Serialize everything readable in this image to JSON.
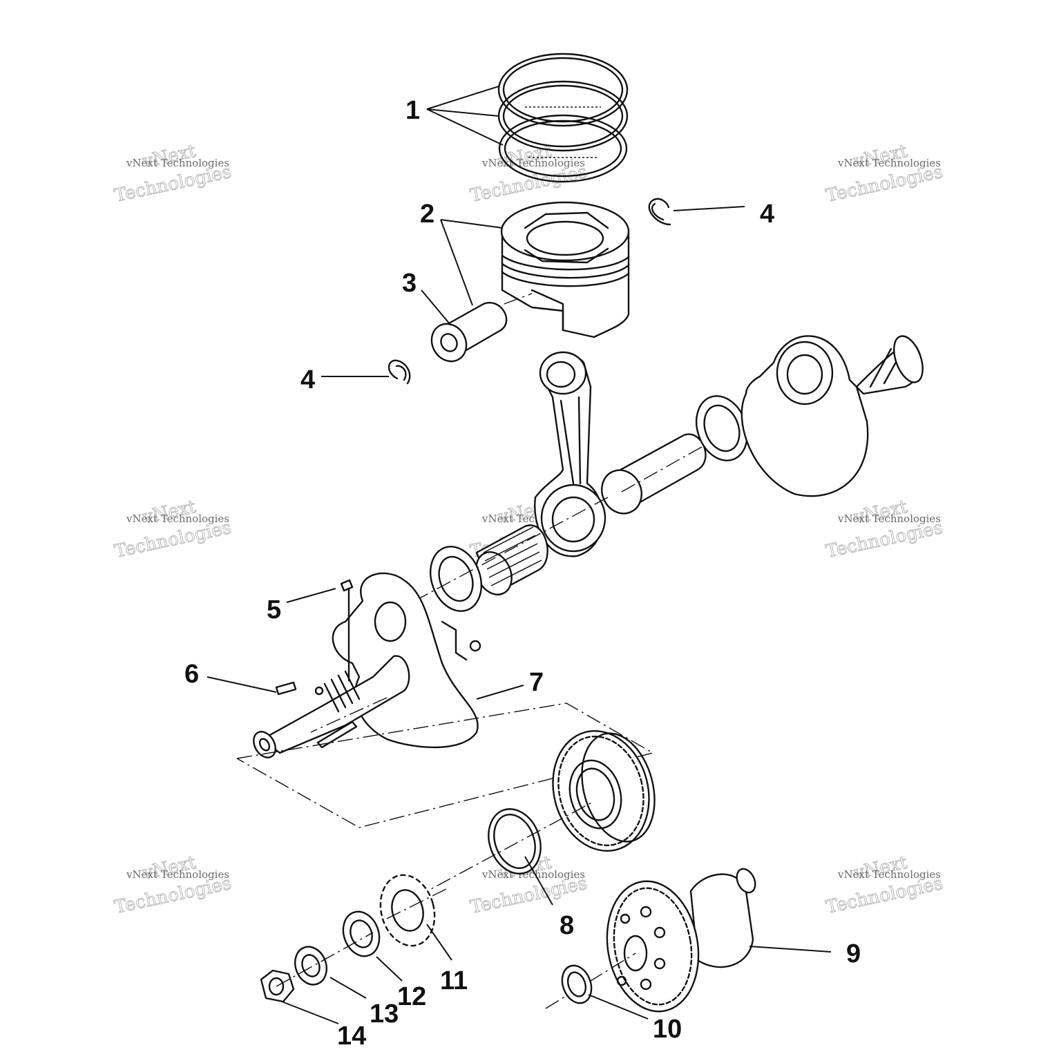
{
  "callouts": {
    "c1": "1",
    "c2": "2",
    "c3": "3",
    "c4a": "4",
    "c4b": "4",
    "c5": "5",
    "c6": "6",
    "c7": "7",
    "c8": "8",
    "c9": "9",
    "c10": "10",
    "c11": "11",
    "c12": "12",
    "c13": "13",
    "c14": "14"
  },
  "watermark": {
    "brand": "vNext",
    "line": "vNext Technologies",
    "big": "Technologies"
  }
}
